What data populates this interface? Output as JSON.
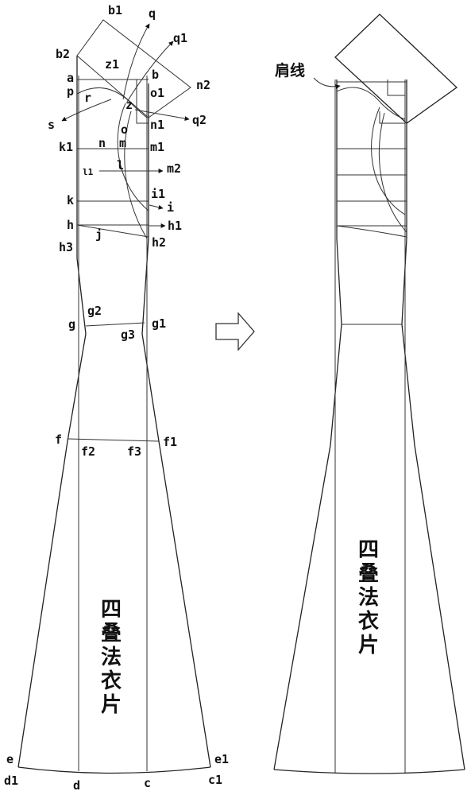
{
  "left_pattern": {
    "title_chars": [
      "四",
      "叠",
      "法",
      "衣",
      "片"
    ],
    "point_labels": {
      "b1": "b1",
      "q": "q",
      "q1": "q1",
      "b2": "b2",
      "z1": "z1",
      "n2": "n2",
      "a": "a",
      "b": "b",
      "p": "p",
      "r": "r",
      "o1": "o1",
      "z": "z",
      "q2": "q2",
      "s": "s",
      "o": "o",
      "n1": "n1",
      "k1": "k1",
      "n": "n",
      "m": "m",
      "m1": "m1",
      "l1": "l1",
      "l": "l",
      "m2": "m2",
      "k": "k",
      "i1": "i1",
      "i": "i",
      "h": "h",
      "h1": "h1",
      "j": "j",
      "h3": "h3",
      "h2": "h2",
      "g": "g",
      "g2": "g2",
      "g1": "g1",
      "g3": "g3",
      "f": "f",
      "f1": "f1",
      "f2": "f2",
      "f3": "f3",
      "e": "e",
      "e1": "e1",
      "d1": "d1",
      "d": "d",
      "c": "c",
      "c1": "c1"
    }
  },
  "right_pattern": {
    "title_chars": [
      "四",
      "叠",
      "法",
      "衣",
      "片"
    ],
    "shoulder_line_label": "肩线"
  },
  "transform_arrow_icon": "hollow-right-arrow"
}
